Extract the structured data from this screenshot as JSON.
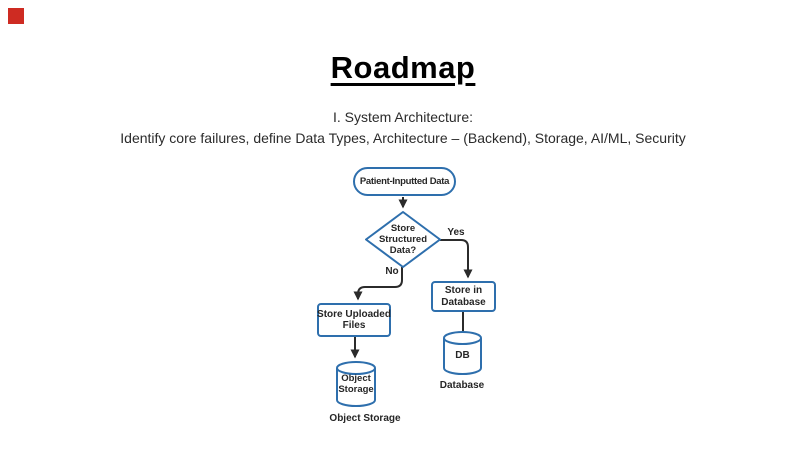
{
  "slide": {
    "title": "Roadmap",
    "subtitle_line1": "I. System Architecture:",
    "subtitle_line2": "Identify core failures, define Data Types, Architecture – (Backend), Storage, AI/ML, Security"
  },
  "marker": {
    "color": "#ce2b22"
  },
  "flowchart": {
    "colors": {
      "node_border": "#2e6fad",
      "line": "#2b2b2b",
      "text": "#262626"
    },
    "nodes": {
      "start": "Patient-Inputted Data",
      "decision": "Store\nStructured\nData?",
      "branch_yes": "Yes",
      "branch_no": "No",
      "store_files": "Store Uploaded\nFiles",
      "store_db": "Store in\nDatabase",
      "object_storage": "Object\nStorage",
      "db": "DB"
    },
    "captions": {
      "object_storage": "Object Storage",
      "database": "Database"
    }
  }
}
